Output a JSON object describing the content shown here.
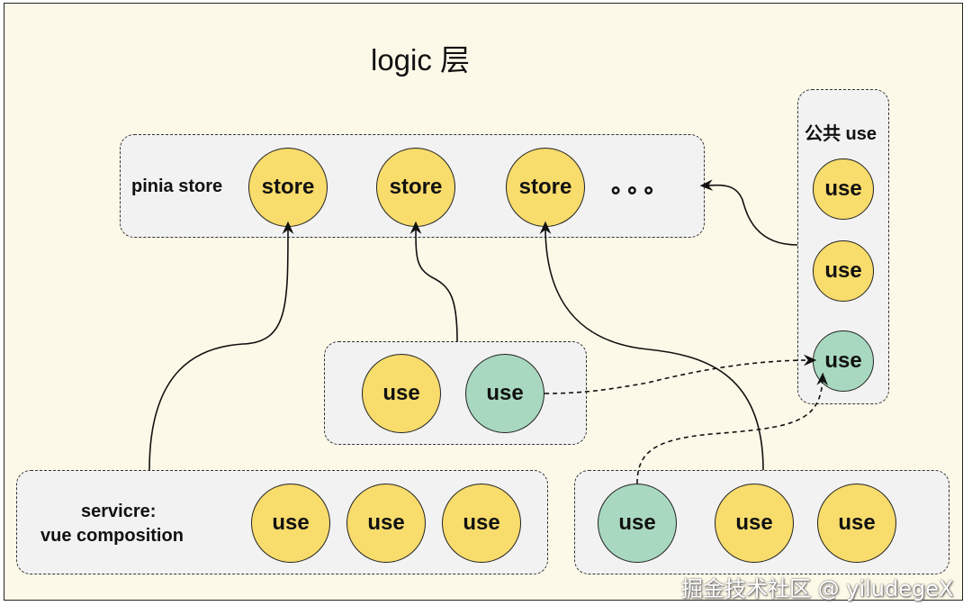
{
  "title": "logic 层",
  "pinia": {
    "label": "pinia store",
    "stores": [
      "store",
      "store",
      "store"
    ],
    "ellipsis": "∘∘∘"
  },
  "public_use": {
    "label": "公共 use",
    "items": [
      "use",
      "use",
      "use"
    ]
  },
  "middle_group": {
    "items": [
      "use",
      "use"
    ]
  },
  "service_group": {
    "label_line1": "servicre:",
    "label_line2": "vue composition",
    "items": [
      "use",
      "use",
      "use"
    ]
  },
  "right_group": {
    "items": [
      "use",
      "use",
      "use"
    ]
  },
  "watermark": "掘金技术社区 @ yiludegeX",
  "colors": {
    "background": "#fdf9e8",
    "group_fill": "#f2f2f2",
    "yellow": "#f8dc6c",
    "green": "#a8d8bf"
  }
}
